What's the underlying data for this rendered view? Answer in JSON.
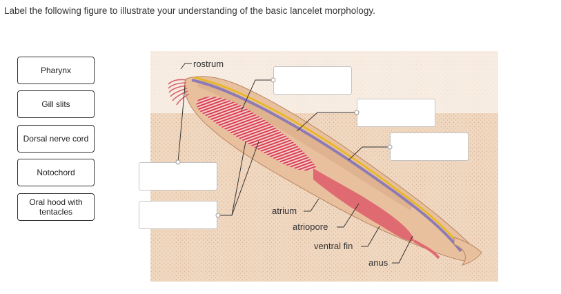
{
  "instructions": "Label the following figure to illustrate your understanding of the basic lancelet morphology.",
  "label_bank": [
    {
      "text": "Pharynx"
    },
    {
      "text": "Gill slits"
    },
    {
      "text": "Dorsal nerve cord"
    },
    {
      "text": "Notochord"
    },
    {
      "text": "Oral hood with tentacles"
    }
  ],
  "figure_labels": {
    "rostrum": "rostrum",
    "atrium": "atrium",
    "atriopore": "atriopore",
    "ventral_fin": "ventral fin",
    "anus": "anus"
  },
  "drop_targets": [
    {
      "value": ""
    },
    {
      "value": ""
    },
    {
      "value": ""
    },
    {
      "value": ""
    },
    {
      "value": ""
    }
  ],
  "colors": {
    "sand": "#f0d7c0",
    "body": "#e8c09e",
    "pharynx": "#d8404c",
    "gut": "#e06a72",
    "notochord": "#8e7bb4",
    "nerve_cord": "#e8b81a",
    "tile_border": "#333333",
    "drop_border": "#c4c4c4"
  }
}
